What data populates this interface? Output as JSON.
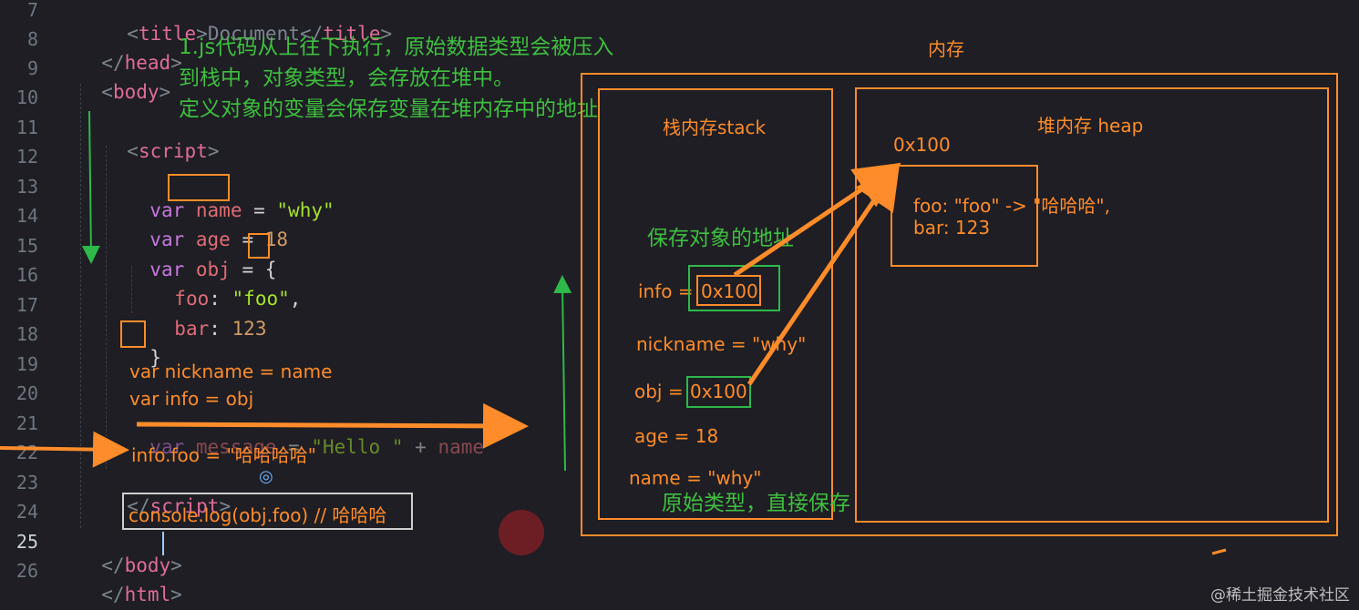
{
  "line_numbers": [
    "7",
    "8",
    "9",
    "10",
    "11",
    "12",
    "13",
    "14",
    "15",
    "16",
    "17",
    "18",
    "19",
    "20",
    "21",
    "22",
    "23",
    "24",
    "25",
    "26"
  ],
  "active_line": "25",
  "code": {
    "l7_open": "<",
    "l7_tag": "title",
    "l7_mid": ">Document</",
    "l7_close": "title",
    "l7_end": ">",
    "l8_open": "</",
    "l8_tag": "head",
    "l8_end": ">",
    "l9_open": "<",
    "l9_tag": "body",
    "l9_end": ">",
    "l11_open": "<",
    "l11_tag": "script",
    "l11_end": ">",
    "l13_kw": "var",
    "l13_name": "name",
    "l13_eq": " = ",
    "l13_str": "\"why\"",
    "l14_kw": "var",
    "l14_name": "age",
    "l14_eq": " = ",
    "l14_num": "18",
    "l15_kw": "var",
    "l15_name": "obj",
    "l15_eq": " = ",
    "l15_brace": "{",
    "l16_key": "foo",
    "l16_colon": ": ",
    "l16_str": "\"foo\"",
    "l16_comma": ",",
    "l17_key": "bar",
    "l17_colon": ": ",
    "l17_num": "123",
    "l18_brace": "}",
    "l21_kw": "var",
    "l21_name": "message",
    "l21_eq": " = ",
    "l21_str": "\"Hello \"",
    "l21_plus": " + ",
    "l21_var": "name",
    "l23_open": "</",
    "l23_tag": "script",
    "l23_end": ">",
    "l25_open": "</",
    "l25_tag": "body",
    "l25_end": ">",
    "l26_open": "</",
    "l26_tag": "html",
    "l26_end": ">"
  },
  "annotations": {
    "note_line1": "1.js代码从上往下执行，原始数据类型会被压入",
    "note_line2": "到栈中，对象类型，会存放在堆中。",
    "note_line3": "定义对象的变量会保存变量在堆内存中的地址",
    "nickname_code": "var nickname = name",
    "info_code": "var info = obj",
    "info_foo_code": "info.foo = \"哈哈哈哈\"",
    "console_code": "console.log(obj.foo) // 哈哈哈",
    "memory_title": "内存",
    "stack_title": "栈内存stack",
    "heap_title": "堆内存 heap",
    "heap_address": "0x100",
    "heap_foo": "foo: \"foo\" -> \"哈哈哈\",",
    "heap_bar": "bar: 123",
    "save_address": "保存对象的地址",
    "stack_info_label": "info = ",
    "stack_info_value": "0x100",
    "stack_nickname": "nickname = \"why\"",
    "stack_obj_label": "obj = ",
    "stack_obj_value": "0x100",
    "stack_age": "age = 18",
    "stack_name": "name = \"why\"",
    "primitive_note": "原始类型，直接保存"
  },
  "watermark": "@稀土掘金技术社区",
  "colors": {
    "background": "#1e1e24",
    "annotation_orange": "#ff8c2a",
    "annotation_green": "#3fbf3f"
  }
}
